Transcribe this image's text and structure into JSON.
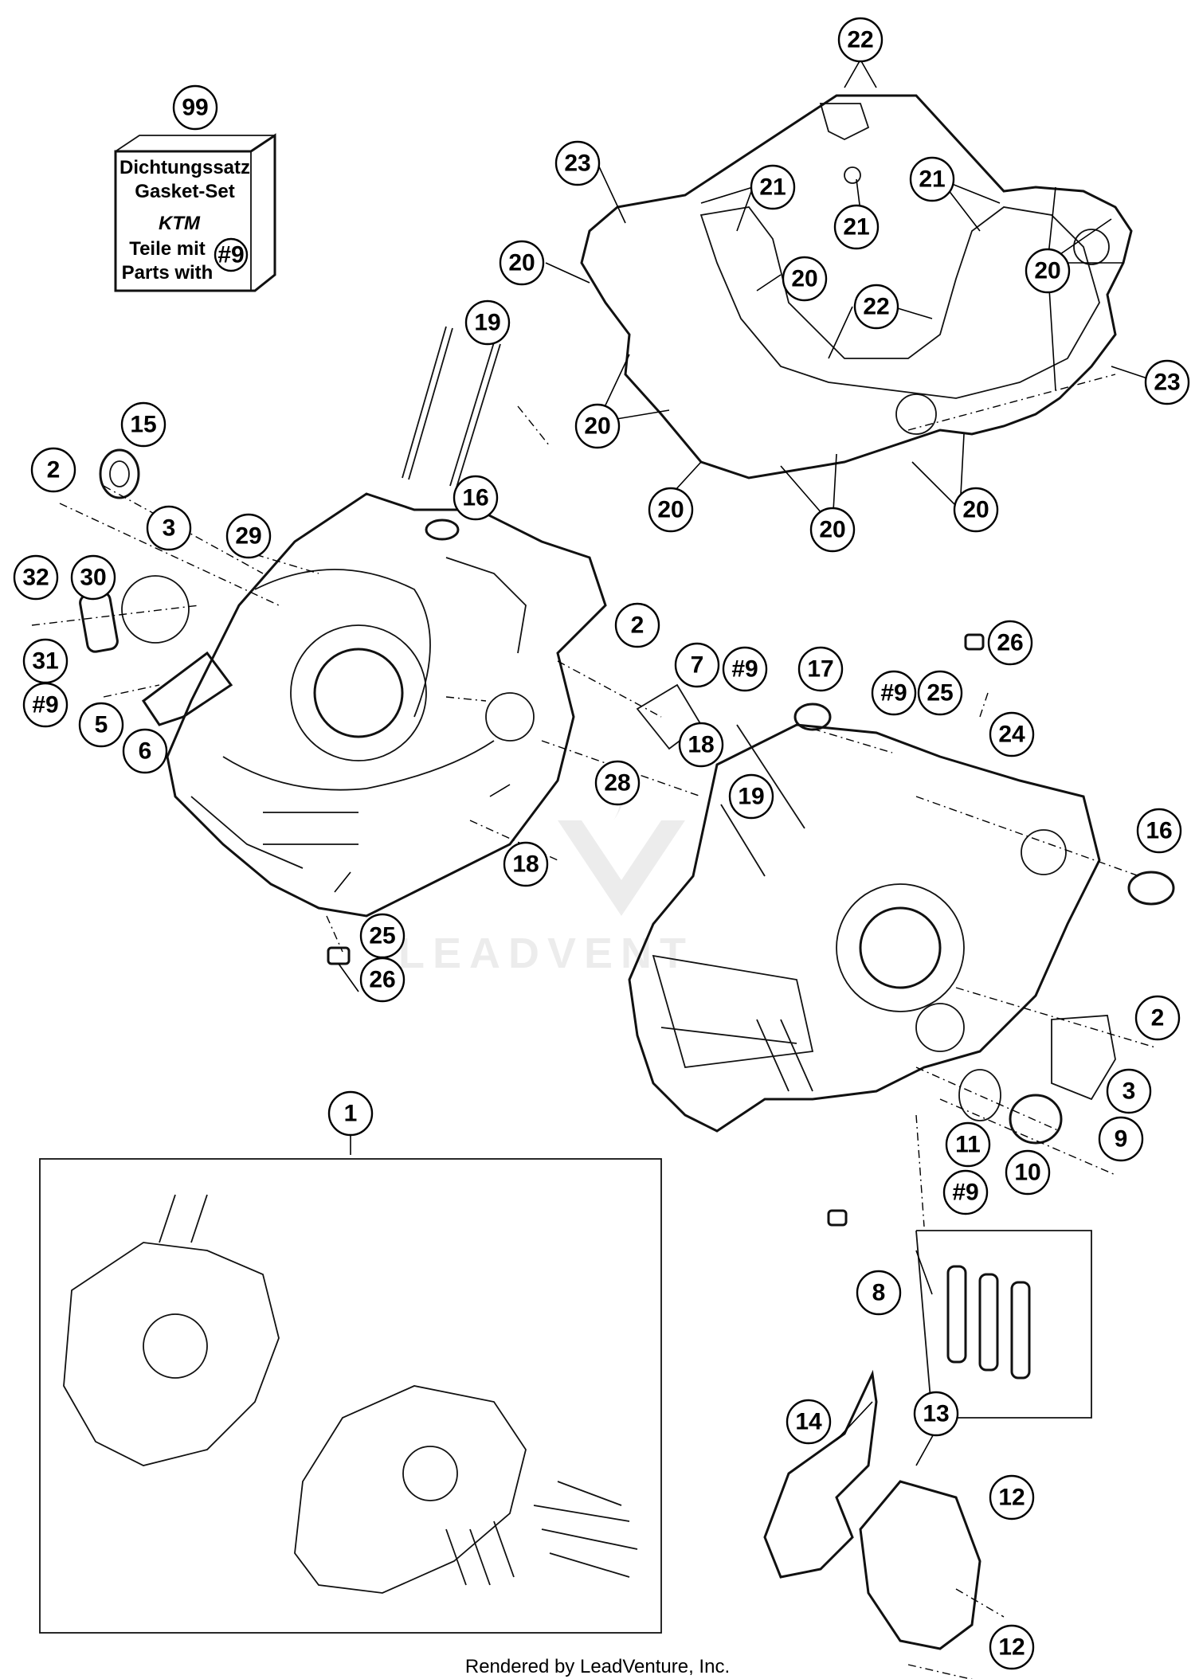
{
  "kit": {
    "number": "99",
    "line1": "Dichtungssatz",
    "line2": "Gasket-Set",
    "brand": "KTM",
    "line3": "Teile mit",
    "line4": "Parts with",
    "ref": "#9"
  },
  "callouts": {
    "c1": "1",
    "c2a": "2",
    "c2b": "2",
    "c2c": "2",
    "c3a": "3",
    "c3b": "3",
    "c5": "5",
    "c6": "6",
    "c7": "7",
    "c8": "8",
    "c9": "9",
    "c10": "10",
    "c11": "11",
    "c12a": "12",
    "c12b": "12",
    "c13": "13",
    "c14": "14",
    "c15": "15",
    "c16a": "16",
    "c16b": "16",
    "c17": "17",
    "c18a": "18",
    "c18b": "18",
    "c19a": "19",
    "c19b": "19",
    "c20a": "20",
    "c20b": "20",
    "c20c": "20",
    "c20d": "20",
    "c20e": "20",
    "c20f": "20",
    "c20g": "20",
    "c21a": "21",
    "c21b": "21",
    "c21c": "21",
    "c22a": "22",
    "c22b": "22",
    "c23a": "23",
    "c23b": "23",
    "c24": "24",
    "c25a": "25",
    "c25b": "25",
    "c26a": "26",
    "c26b": "26",
    "c28": "28",
    "c29": "29",
    "c30": "30",
    "c31": "31",
    "c32": "32",
    "ref9a": "#9",
    "ref9b": "#9",
    "ref9c": "#9",
    "ref9d": "#9"
  },
  "watermark": "LEADVENT",
  "footer": "Rendered by LeadVenture, Inc."
}
